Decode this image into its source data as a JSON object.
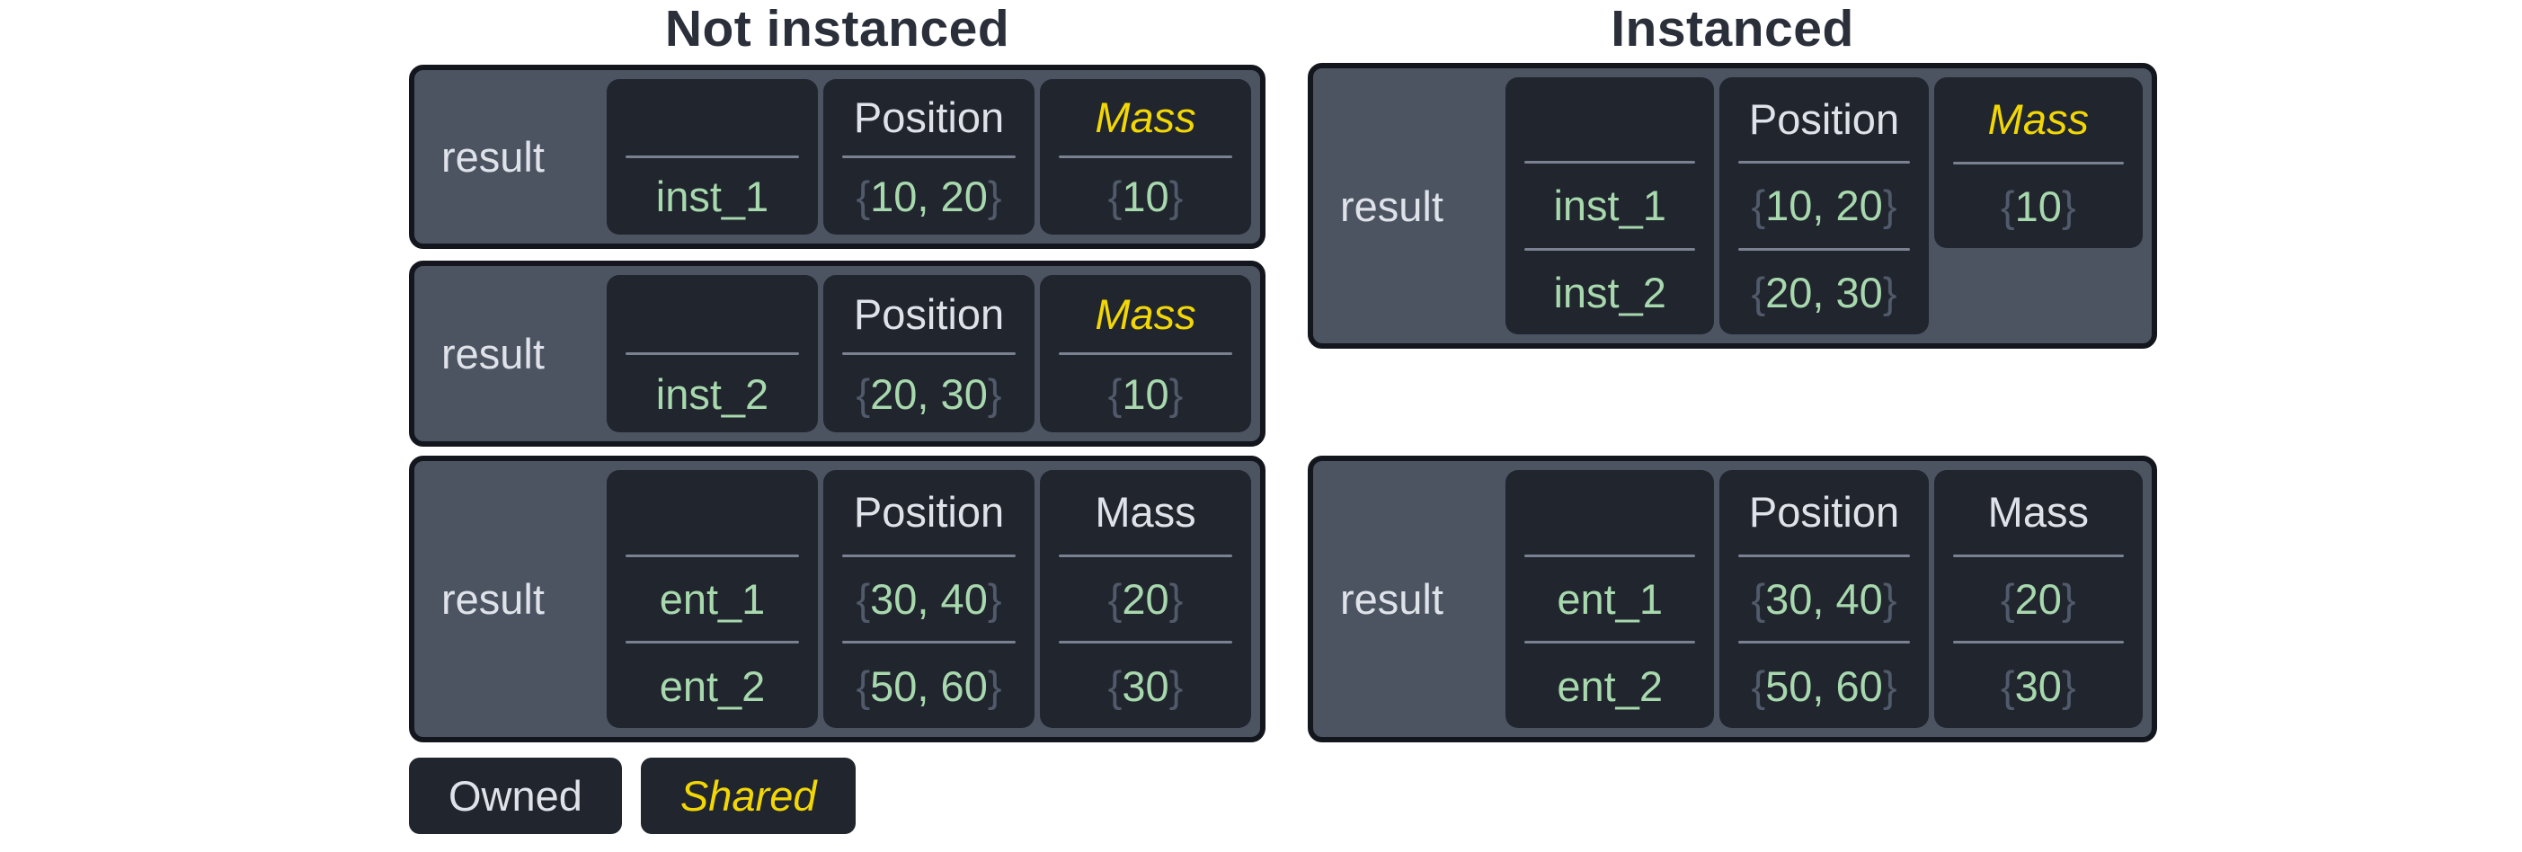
{
  "titles": {
    "left": "Not instanced",
    "right": "Instanced"
  },
  "brace_open": "{",
  "brace_close": "}",
  "legend": {
    "owned": "Owned",
    "shared": "Shared"
  },
  "colors": {
    "page_background": "#ffffff",
    "panel_slate": "#4c5462",
    "cell_background": "#20252e",
    "panel_border": "#13161c",
    "entity_green": "#a8d8ad",
    "shared_yellow": "#f2d704",
    "text_light": "#dfe3e9",
    "brace_gray": "#515a6a",
    "divider_gray": "#7a8190",
    "title_dark": "#2a2f3a"
  },
  "tables": {
    "left1": {
      "result_label": "result",
      "position_header": "Position",
      "mass_header": "Mass",
      "mass_shared": true,
      "row1": {
        "entity": "inst_1",
        "position": "10, 20",
        "mass": "10"
      }
    },
    "left2": {
      "result_label": "result",
      "position_header": "Position",
      "mass_header": "Mass",
      "mass_shared": true,
      "row1": {
        "entity": "inst_2",
        "position": "20, 30",
        "mass": "10"
      }
    },
    "left3": {
      "result_label": "result",
      "position_header": "Position",
      "mass_header": "Mass",
      "mass_shared": false,
      "row1": {
        "entity": "ent_1",
        "position": "30, 40",
        "mass": "20"
      },
      "row2": {
        "entity": "ent_2",
        "position": "50, 60",
        "mass": "30"
      }
    },
    "right1": {
      "result_label": "result",
      "position_header": "Position",
      "mass_header": "Mass",
      "mass_shared": true,
      "row1": {
        "entity": "inst_1",
        "position": "10, 20",
        "mass": "10"
      },
      "row2": {
        "entity": "inst_2",
        "position": "20, 30"
      }
    },
    "right2": {
      "result_label": "result",
      "position_header": "Position",
      "mass_header": "Mass",
      "mass_shared": false,
      "row1": {
        "entity": "ent_1",
        "position": "30, 40",
        "mass": "20"
      },
      "row2": {
        "entity": "ent_2",
        "position": "50, 60",
        "mass": "30"
      }
    }
  }
}
